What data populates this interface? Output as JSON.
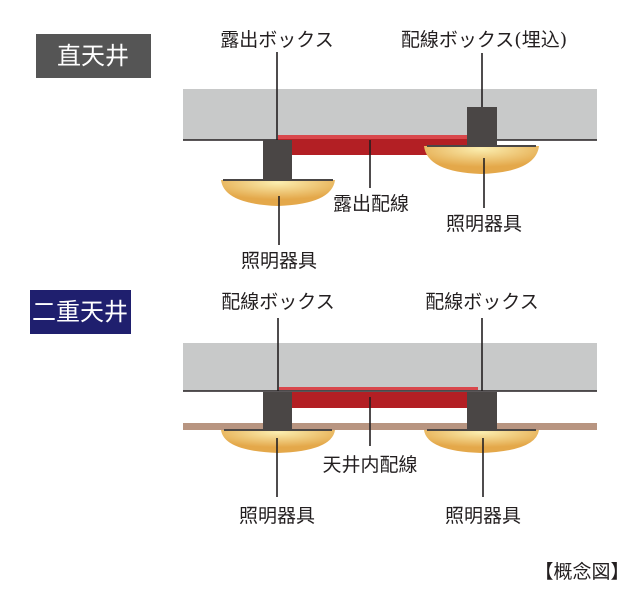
{
  "colors": {
    "slab": "#c8c9c9",
    "ceiling_line": "#231f20",
    "box": "#4a4645",
    "wire": "#b31f24",
    "wire_edge": "#d9474c",
    "double_ceiling": "#b89581",
    "light_center": "#fbeeb0",
    "light_edge": "#e4a84a",
    "tag_direct": "#555555",
    "tag_double": "#1f1f6e",
    "leader": "#231f20"
  },
  "direct": {
    "tag": "直天井",
    "labels": {
      "exposed_box": "露出ボックス",
      "embedded_box": "配線ボックス(埋込)",
      "exposed_wiring": "露出配線",
      "light_left": "照明器具",
      "light_right": "照明器具"
    }
  },
  "double": {
    "tag": "二重天井",
    "labels": {
      "box_left": "配線ボックス",
      "box_right": "配線ボックス",
      "internal_wiring": "天井内配線",
      "light_left": "照明器具",
      "light_right": "照明器具"
    }
  },
  "caption": "【概念図】"
}
